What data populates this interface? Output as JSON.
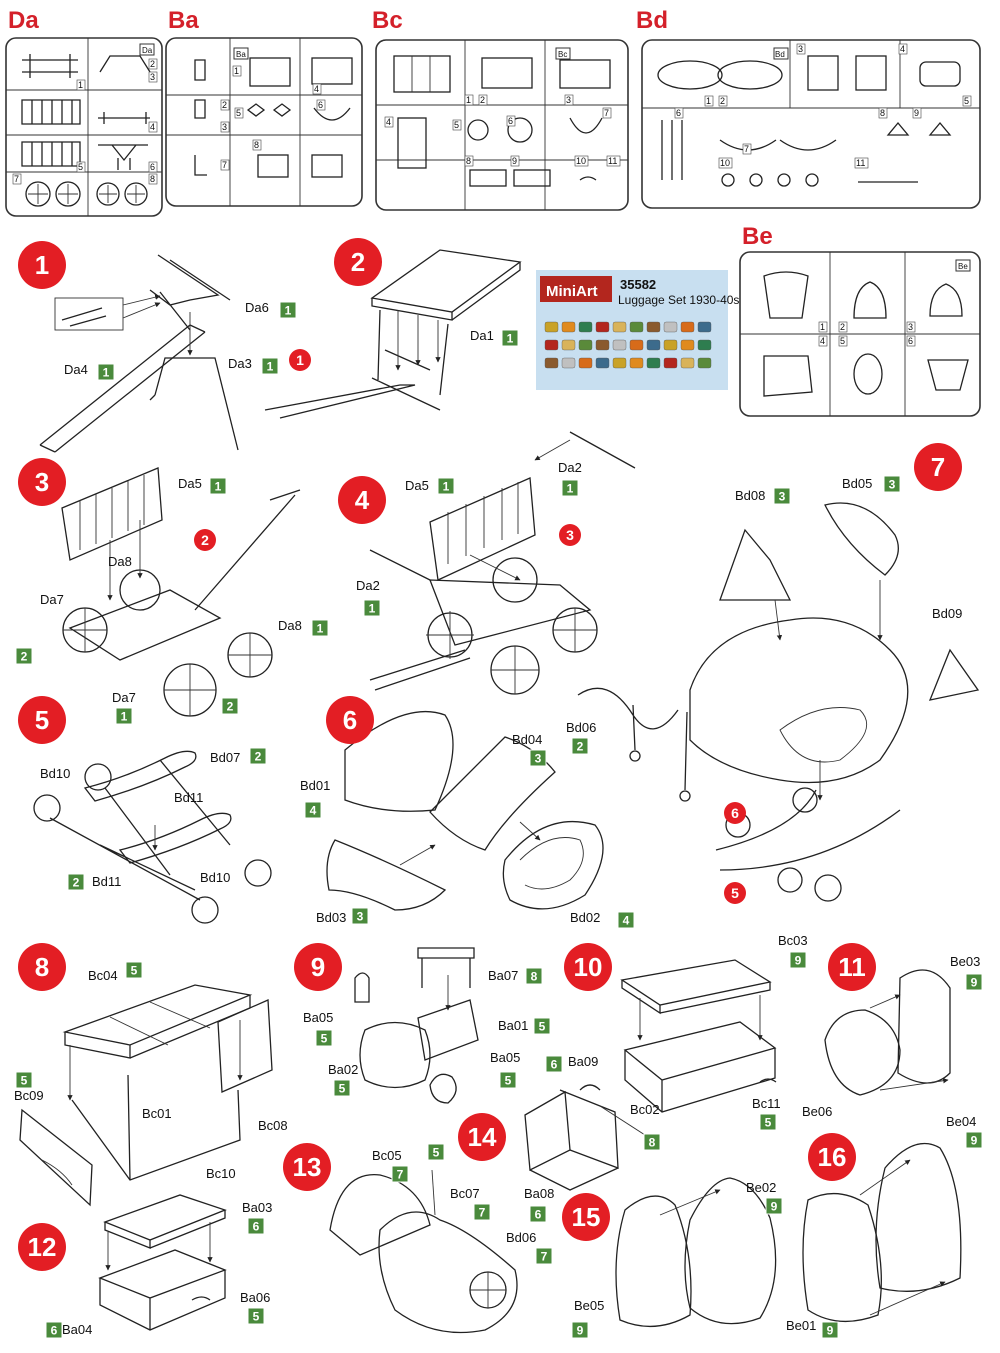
{
  "sprues": [
    {
      "id": "Da",
      "title": "Da",
      "nums": [
        "1",
        "2",
        "3",
        "4",
        "5",
        "6",
        "7",
        "8"
      ]
    },
    {
      "id": "Ba",
      "title": "Ba",
      "nums": [
        "1",
        "2",
        "3",
        "4",
        "5",
        "6",
        "7",
        "8"
      ]
    },
    {
      "id": "Bc",
      "title": "Bc",
      "nums": [
        "1",
        "2",
        "3",
        "4",
        "5",
        "6",
        "7",
        "8",
        "9",
        "10",
        "11"
      ]
    },
    {
      "id": "Bd",
      "title": "Bd",
      "nums": [
        "1",
        "2",
        "3",
        "4",
        "5",
        "6",
        "7",
        "8",
        "9",
        "10",
        "11"
      ]
    },
    {
      "id": "Be",
      "title": "Be",
      "nums": [
        "1",
        "2",
        "3",
        "4",
        "5",
        "6"
      ]
    }
  ],
  "decal": {
    "logo": "MiniArt",
    "code": "35582",
    "name": "Luggage Set 1930-40s"
  },
  "steps": [
    "1",
    "2",
    "3",
    "4",
    "5",
    "6",
    "7",
    "8",
    "9",
    "10",
    "11",
    "12",
    "13",
    "14",
    "15",
    "16"
  ],
  "subrefs": {
    "s1": "1",
    "s2": "2",
    "s3": "3",
    "s5": "5",
    "s6": "6"
  },
  "labels": {
    "s1_da6": "Da6",
    "s1_da6_n": "1",
    "s1_da3": "Da3",
    "s1_da3_n": "1",
    "s1_da4": "Da4",
    "s1_da4_n": "1",
    "s2_da1": "Da1",
    "s2_da1_n": "1",
    "s3_da5": "Da5",
    "s3_da5_n": "1",
    "s3_da8a": "Da8",
    "s3_da7a": "Da7",
    "s3_da7a_n": "2",
    "s3_da8b": "Da8",
    "s3_da8b_n": "1",
    "s3_da7b": "Da7",
    "s3_da7b_n": "1",
    "s3_n2": "2",
    "s4_da5": "Da5",
    "s4_da5_n": "1",
    "s4_da2a": "Da2",
    "s4_da2a_n": "1",
    "s4_da2b": "Da2",
    "s4_da2b_n": "1",
    "s5_bd07": "Bd07",
    "s5_bd07_n": "2",
    "s5_bd10a": "Bd10",
    "s5_bd11a": "Bd11",
    "s5_bd11b": "Bd11",
    "s5_bd11b_n": "2",
    "s5_bd10b": "Bd10",
    "s6_bd04": "Bd04",
    "s6_bd04_n": "3",
    "s6_bd01": "Bd01",
    "s6_bd01_n": "4",
    "s6_bd03": "Bd03",
    "s6_bd03_n": "3",
    "s6_bd02": "Bd02",
    "s6_bd02_n": "4",
    "s7_bd08": "Bd08",
    "s7_bd08_n": "3",
    "s7_bd05": "Bd05",
    "s7_bd05_n": "3",
    "s7_bd09": "Bd09",
    "s7_bd06": "Bd06",
    "s7_bd06_n": "2",
    "s8_bc04": "Bc04",
    "s8_bc04_n": "5",
    "s8_bc09": "Bc09",
    "s8_bc09_n": "5",
    "s8_bc01": "Bc01",
    "s8_bc08": "Bc08",
    "s8_bc10": "Bc10",
    "s9_ba07": "Ba07",
    "s9_ba07_n": "8",
    "s9_ba05a": "Ba05",
    "s9_ba05a_n": "5",
    "s9_ba01": "Ba01",
    "s9_ba01_n": "5",
    "s9_ba02": "Ba02",
    "s9_ba02_n": "5",
    "s9_ba05b": "Ba05",
    "s9_ba05b_n": "5",
    "s10_bc03": "Bc03",
    "s10_bc03_n": "9",
    "s10_bc02": "Bc02",
    "s10_bc11": "Bc11",
    "s10_bc11_n": "5",
    "s11_be03": "Be03",
    "s11_be03_n": "9",
    "s11_be06": "Be06",
    "s12_ba03": "Ba03",
    "s12_ba03_n": "6",
    "s12_ba04": "Ba04",
    "s12_ba04_n": "6",
    "s12_ba06": "Ba06",
    "s12_ba06_n": "5",
    "s13_bc05": "Bc05",
    "s13_bc05_n": "7",
    "s13_bc07": "Bc07",
    "s13_bc07_n": "7",
    "s13_bd06": "Bd06",
    "s13_bd06_n": "7",
    "s13_top_n": "5",
    "s14_ba09": "Ba09",
    "s14_ba09_n": "6",
    "s14_ba08": "Ba08",
    "s14_ba08_n": "6",
    "s14_n8": "8",
    "s15_be02": "Be02",
    "s15_be02_n": "9",
    "s15_be05": "Be05",
    "s15_be05_n": "9",
    "s16_be04": "Be04",
    "s16_be04_n": "9",
    "s16_be01": "Be01",
    "s16_be01_n": "9"
  },
  "colors": {
    "step_red": "#e31e24",
    "box_green": "#4a8a3c",
    "sprue_title": "#d4202a"
  }
}
